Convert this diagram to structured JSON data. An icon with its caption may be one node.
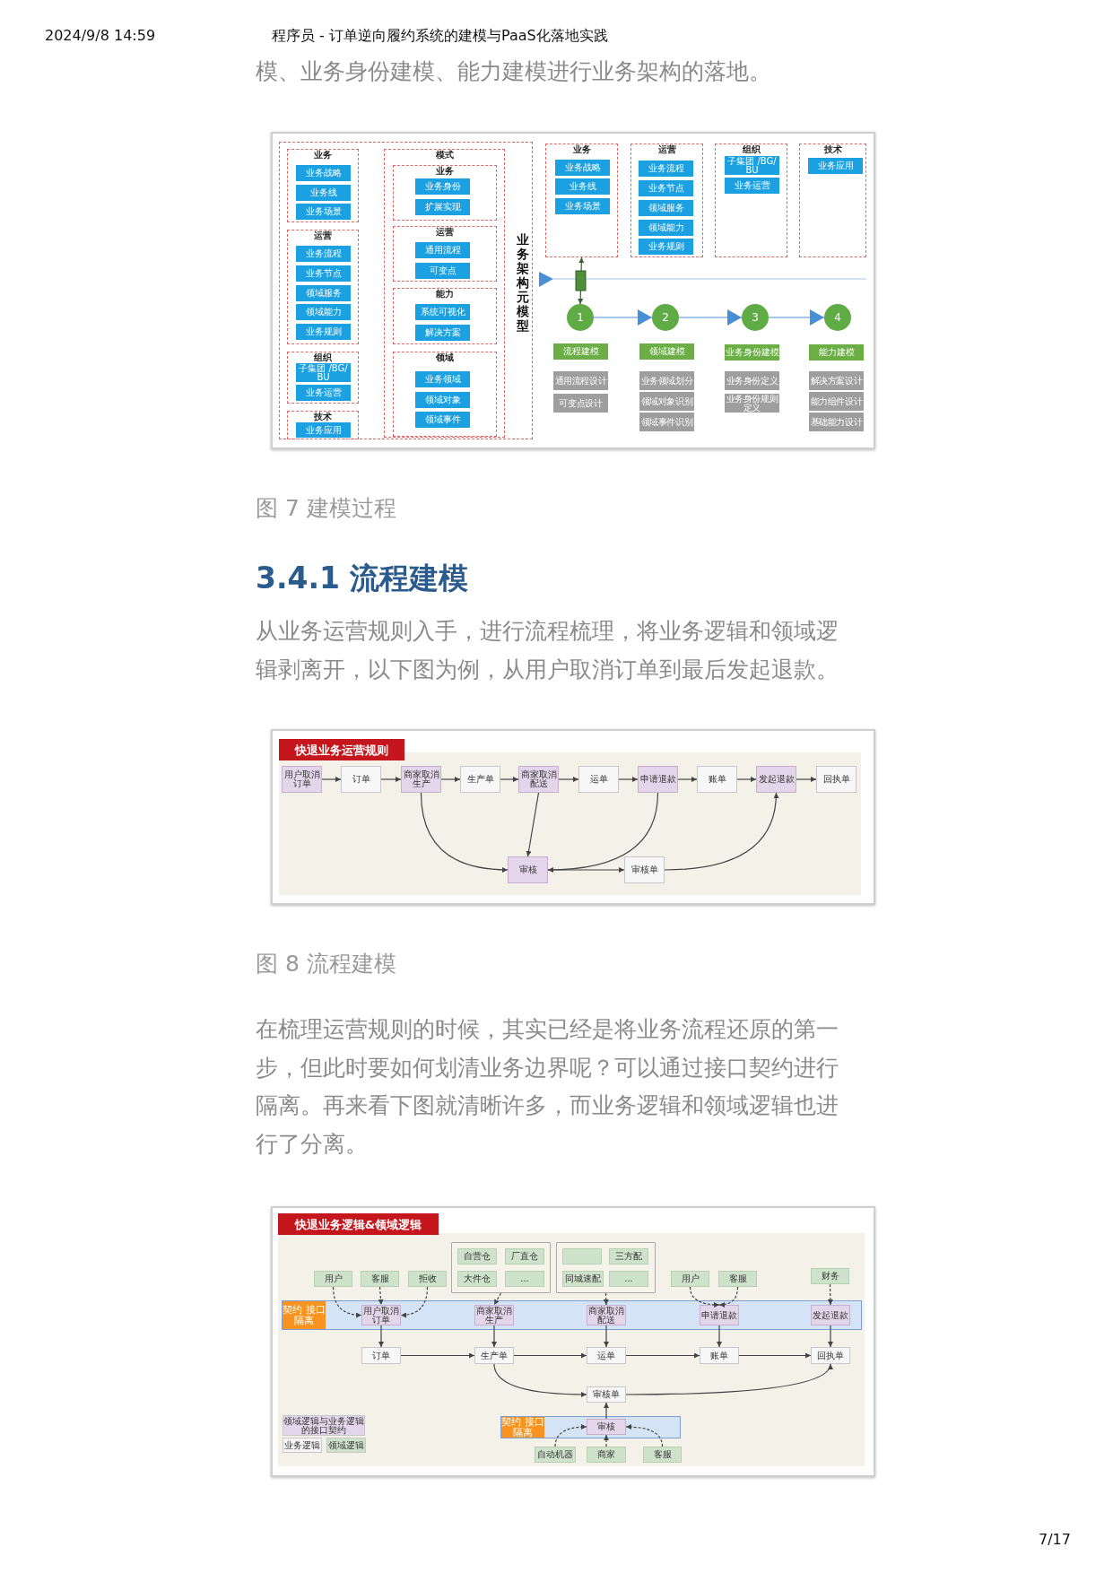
{
  "diagram": {
    "nodes": [
      {
        "text": [
          "业务架构元模型"
        ]
      },
      {
        "text": [
          "业务"
        ],
        "in": 0
      },
      {
        "text": [
          "业务战略"
        ],
        "in": 1
      },
      {
        "text": [
          "业务线"
        ],
        "in": 1
      },
      {
        "text": [
          "业务场景"
        ],
        "in": 1
      },
      {
        "text": [
          "运营"
        ],
        "in": 0
      },
      {
        "text": [
          "业务流程"
        ],
        "in": 5
      },
      {
        "text": [
          "业务节点"
        ],
        "in": 5
      },
      {
        "text": [
          "领域服务"
        ],
        "in": 5
      },
      {
        "text": [
          "领域能力"
        ],
        "in": 5
      },
      {
        "text": [
          "业务规则"
        ],
        "in": 5
      },
      {
        "text": [
          "组织"
        ],
        "in": 0
      },
      {
        "text": [
          "子集团 /BG/BU"
        ],
        "in": 11
      },
      {
        "text": [
          "业务运营"
        ],
        "in": 11
      },
      {
        "text": [
          "技术"
        ],
        "in": 0
      },
      {
        "text": [
          "业务应用"
        ],
        "in": 14
      },
      {
        "text": [
          "模式"
        ],
        "in": 0
      },
      {
        "text": [
          "业务"
        ],
        "in": 16
      },
      {
        "text": [
          "业务身份"
        ],
        "in": 17
      },
      {
        "text": [
          "扩展实现"
        ],
        "in": 17
      },
      {
        "text": [
          "运营"
        ],
        "in": 16
      },
      {
        "text": [
          "通用流程"
        ],
        "in": 20
      },
      {
        "text": [
          "可变点"
        ],
        "in": 20
      },
      {
        "text": [
          "能力"
        ],
        "in": 16
      },
      {
        "text": [
          "系统可视化"
        ],
        "in": 23
      },
      {
        "text": [
          "解决方案"
        ],
        "in": 23
      },
      {
        "text": [
          "领域"
        ],
        "in": 16
      },
      {
        "text": [
          "业务领域"
        ],
        "in": 26
      },
      {
        "text": [
          "领域对象"
        ],
        "in": 26
      },
      {
        "text": [
          "领域事件"
        ],
        "in": 26
      },
      {
        "text": [
          "业务"
        ]
      },
      {
        "text": [
          "业务战略"
        ],
        "in": 30
      },
      {
        "text": [
          "业务线"
        ],
        "in": 30
      },
      {
        "text": [
          "业务场景"
        ],
        "in": 30
      },
      {
        "text": [
          "运营"
        ]
      },
      {
        "text": [
          "业务流程"
        ],
        "in": 34
      },
      {
        "text": [
          "业务节点"
        ],
        "in": 34
      },
      {
        "text": [
          "领域服务"
        ],
        "in": 34
      },
      {
        "text": [
          "领域能力"
        ],
        "in": 34
      },
      {
        "text": [
          "业务规则"
        ],
        "in": 34
      },
      {
        "text": [
          "组织"
        ]
      },
      {
        "text": [
          "子集团 /BG/BU"
        ],
        "in": 40
      },
      {
        "text": [
          "业务运营"
        ],
        "in": 40
      },
      {
        "text": [
          "技术"
        ]
      },
      {
        "text": [
          "业务应用"
        ],
        "in": 43
      },
      {
        "text": [
          "1"
        ]
      },
      {
        "text": [
          "2"
        ]
      },
      {
        "text": [
          "3"
        ]
      },
      {
        "text": [
          "4"
        ]
      },
      {
        "text": [
          "流程建模"
        ]
      },
      {
        "text": [
          "通用流程设计"
        ]
      },
      {
        "text": [
          "可变点设计"
        ]
      },
      {
        "text": [
          "领域建模"
        ]
      },
      {
        "text": [
          "业务领域划分"
        ]
      },
      {
        "text": [
          "领域对象识别"
        ]
      },
      {
        "text": [
          "领域事件识别"
        ]
      },
      {
        "text": [
          "业务身份建模"
        ]
      },
      {
        "text": [
          "业务身份定义"
        ]
      },
      {
        "text": [
          "业务身份规则定义"
        ]
      },
      {
        "text": [
          "能力建模"
        ]
      },
      {
        "text": [
          "解决方案设计"
        ]
      },
      {
        "text": [
          "能力组件设计"
        ]
      },
      {
        "text": [
          "基础能力设计"
        ]
      },
      {
        "text": [
          "快退业务运营规则"
        ]
      },
      {
        "text": [
          "用户取消订单"
        ]
      },
      {
        "text": [
          "订单"
        ]
      },
      {
        "text": [
          "商家取消生产"
        ]
      },
      {
        "text": [
          "生产单"
        ]
      },
      {
        "text": [
          "商家取消配送"
        ]
      },
      {
        "text": [
          "运单"
        ]
      },
      {
        "text": [
          "申请退款"
        ]
      },
      {
        "text": [
          "账单"
        ]
      },
      {
        "text": [
          "发起退款"
        ]
      },
      {
        "text": [
          "回执单"
        ]
      },
      {
        "text": [
          "审核"
        ]
      },
      {
        "text": [
          "审核单"
        ]
      },
      {
        "text": [
          "快退业务逻辑&领域逻辑"
        ]
      },
      {
        "text": [
          "契约 接口隔离"
        ]
      },
      {
        "text": [
          "用户取消订单"
        ],
        "in": 77
      },
      {
        "text": [
          "商家取消生产"
        ],
        "in": 77
      },
      {
        "text": [
          "商家取消配送"
        ],
        "in": 77
      },
      {
        "text": [
          "申请退款"
        ],
        "in": 77
      },
      {
        "text": [
          "发起退款"
        ],
        "in": 77
      },
      {
        "text": [
          "用户"
        ]
      },
      {
        "text": [
          "客服"
        ]
      },
      {
        "text": [
          "拒收"
        ]
      },
      {
        "text": [],
        "shape": "box"
      },
      {
        "text": [
          "自营仓"
        ],
        "in": 86
      },
      {
        "text": [
          "厂直仓"
        ],
        "in": 86
      },
      {
        "text": [
          "大件仓"
        ],
        "in": 86
      },
      {
        "text": [
          "..."
        ],
        "in": 86
      },
      {
        "text": [],
        "shape": "box"
      },
      {
        "text": [],
        "shape": "box",
        "in": 91
      },
      {
        "text": [
          "三方配"
        ],
        "in": 91
      },
      {
        "text": [
          "同城速配"
        ],
        "in": 91
      },
      {
        "text": [
          "..."
        ],
        "in": 91
      },
      {
        "text": [
          "用户"
        ]
      },
      {
        "text": [
          "客服"
        ]
      },
      {
        "text": [
          "财务"
        ]
      },
      {
        "text": [
          "订单"
        ]
      },
      {
        "text": [
          "生产单"
        ]
      },
      {
        "text": [
          "运单"
        ]
      },
      {
        "text": [
          "账单"
        ]
      },
      {
        "text": [
          "回执单"
        ]
      },
      {
        "text": [
          "审核单"
        ]
      },
      {
        "text": [
          "契约 接口隔离"
        ]
      },
      {
        "text": [
          "审核"
        ],
        "in": 105
      },
      {
        "text": [
          "自动机器"
        ]
      },
      {
        "text": [
          "商家"
        ]
      },
      {
        "text": [
          "客服"
        ]
      }
    ],
    "edges": [
      {
        "from": 30,
        "to": 45,
        "arrow": "both",
        "color": "#3b5e34"
      },
      {
        "from": 45,
        "to": 46,
        "arrow": "to",
        "color": "#4a8fd6"
      },
      {
        "from": 46,
        "to": 47,
        "arrow": "to",
        "color": "#4a8fd6"
      },
      {
        "from": 47,
        "to": 48,
        "arrow": "to",
        "color": "#4a8fd6"
      },
      {
        "from": 64,
        "to": 65,
        "arrow": "to"
      },
      {
        "from": 65,
        "to": 66,
        "arrow": "to"
      },
      {
        "from": 66,
        "to": 67,
        "arrow": "to"
      },
      {
        "from": 67,
        "to": 68,
        "arrow": "to"
      },
      {
        "from": 68,
        "to": 69,
        "arrow": "to"
      },
      {
        "from": 69,
        "to": 70,
        "arrow": "to"
      },
      {
        "from": 70,
        "to": 71,
        "arrow": "to"
      },
      {
        "from": 71,
        "to": 72,
        "arrow": "to"
      },
      {
        "from": 72,
        "to": 73,
        "arrow": "to"
      },
      {
        "from": 66,
        "to": 74,
        "arrow": "to"
      },
      {
        "from": 68,
        "to": 74,
        "arrow": "to"
      },
      {
        "from": 70,
        "to": 74,
        "arrow": "to"
      },
      {
        "from": 74,
        "to": 75,
        "arrow": "to"
      },
      {
        "from": 75,
        "to": 72,
        "arrow": "to"
      },
      {
        "from": 83,
        "to": 78,
        "arrow": "to",
        "style": "dashed"
      },
      {
        "from": 84,
        "to": 78,
        "arrow": "to",
        "style": "dashed"
      },
      {
        "from": 85,
        "to": 78,
        "arrow": "to",
        "style": "dashed"
      },
      {
        "from": 86,
        "to": 79,
        "arrow": "to",
        "style": "dashed"
      },
      {
        "from": 91,
        "to": 80,
        "arrow": "to",
        "style": "dashed"
      },
      {
        "from": 96,
        "to": 81,
        "arrow": "to",
        "style": "dashed"
      },
      {
        "from": 97,
        "to": 81,
        "arrow": "to",
        "style": "dashed"
      },
      {
        "from": 98,
        "to": 82,
        "arrow": "to",
        "style": "dashed"
      },
      {
        "from": 78,
        "to": 99,
        "arrow": "to"
      },
      {
        "from": 79,
        "to": 100,
        "arrow": "to"
      },
      {
        "from": 80,
        "to": 101,
        "arrow": "to"
      },
      {
        "from": 81,
        "to": 102,
        "arrow": "to"
      },
      {
        "from": 82,
        "to": 103,
        "arrow": "to"
      },
      {
        "from": 99,
        "to": 100,
        "arrow": "to"
      },
      {
        "from": 100,
        "to": 101,
        "arrow": "to"
      },
      {
        "from": 101,
        "to": 102,
        "arrow": "to"
      },
      {
        "from": 102,
        "to": 103,
        "arrow": "to"
      },
      {
        "from": 100,
        "to": 104,
        "arrow": "to"
      },
      {
        "from": 106,
        "to": 104,
        "arrow": "to"
      },
      {
        "from": 104,
        "to": 103,
        "arrow": "to"
      },
      {
        "from": 107,
        "to": 106,
        "arrow": "to",
        "style": "dashed"
      },
      {
        "from": 108,
        "to": 106,
        "arrow": "to",
        "style": "dashed"
      },
      {
        "from": 109,
        "to": 106,
        "arrow": "to",
        "style": "dashed"
      }
    ],
    "labels": [
      "2024/9/8 14:59",
      "程序员 - 订单逆向履约系统的建模与PaaS化落地实践",
      "模、业务身份建模、能力建模进行业务架构的落地。",
      "图 7 建模过程",
      "3.4.1 流程建模",
      "从业务运营规则入手，进行流程梳理，将业务逻辑和领域逻辑剥离开，以下图为例，从用户取消订单到最后发起退款。",
      "图 8 流程建模",
      "在梳理运营规则的时候，其实已经是将业务流程还原的第一步，但此时要如何划清业务边界呢？可以通过接口契约进行隔离。再来看下图就清晰许多，而业务逻辑和领域逻辑也进行了分离。",
      "7/17"
    ],
    "legend": [
      {
        "text": "领域逻辑与业务逻辑的接口契约",
        "color": "#e4d6ea"
      },
      {
        "text": "业务逻辑",
        "color": "#f5f5f5"
      },
      {
        "text": "领域逻辑",
        "color": "#cfe3cc"
      }
    ]
  }
}
